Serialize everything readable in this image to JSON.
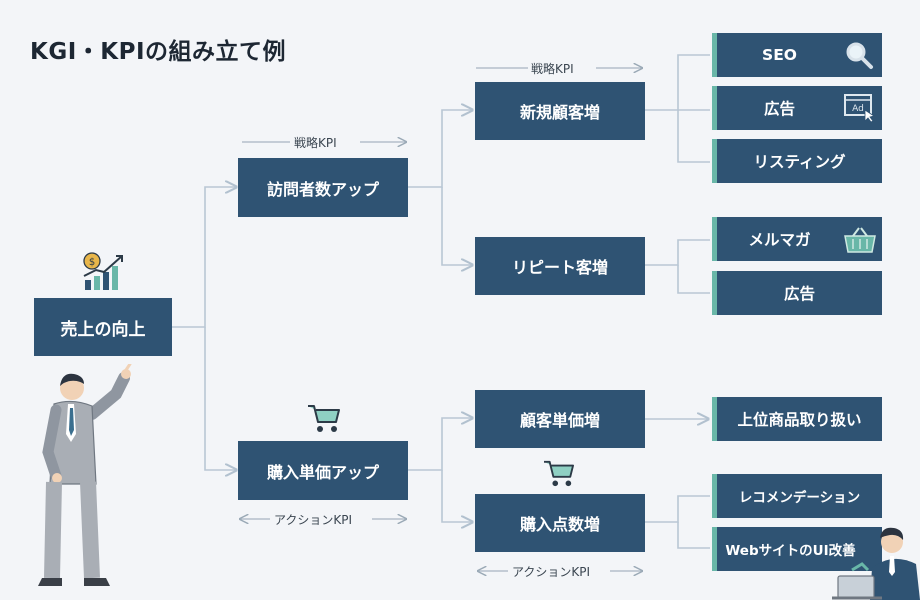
{
  "title": "KGI・KPIの組み立て例",
  "root": "売上の向上",
  "level1": {
    "visitors": "訪問者数アップ",
    "unit_price": "購入単価アップ"
  },
  "level2": {
    "new_customers": "新規顧客増",
    "repeat_customers": "リピート客増",
    "customer_unit_price": "顧客単価増",
    "items_per_purchase": "購入点数増"
  },
  "leaves": {
    "seo": "SEO",
    "ad1": "広告",
    "listing": "リスティング",
    "mailmag": "メルマガ",
    "ad2": "広告",
    "premium": "上位商品取り扱い",
    "recommend": "レコメンデーション",
    "web_ui": "WebサイトのUI改善"
  },
  "labels": {
    "strategic_kpi_1": "戦略KPI",
    "strategic_kpi_2": "戦略KPI",
    "action_kpi_1": "アクションKPI",
    "action_kpi_2": "アクションKPI"
  },
  "icons": {
    "growth": "growth-chart-icon",
    "magnifier": "magnifier-icon",
    "ad": "ad-icon",
    "basket": "basket-icon",
    "cart": "shopping-cart-icon",
    "businessman": "businessman-illustration",
    "laptop_worker": "laptop-worker-illustration"
  },
  "colors": {
    "node_fill": "#2f5373",
    "accent": "#69b7a8",
    "connector": "#b9c7d4",
    "background": "#f3f5f8"
  }
}
